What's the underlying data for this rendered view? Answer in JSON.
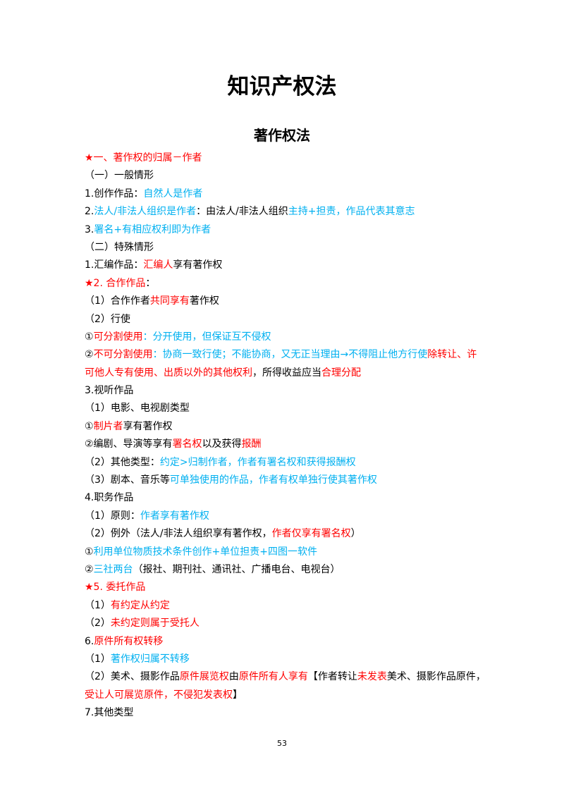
{
  "document": {
    "title": "知识产权法",
    "subtitle": "著作权法",
    "page_number": "53"
  },
  "lines": [
    [
      {
        "t": "★一、著作权的归属－作者",
        "c": "red"
      }
    ],
    [
      {
        "t": "（一）一般情形",
        "c": "black"
      }
    ],
    [
      {
        "t": "1.创作作品：",
        "c": "black"
      },
      {
        "t": "自然人是作者",
        "c": "blue"
      }
    ],
    [
      {
        "t": "2.",
        "c": "black"
      },
      {
        "t": "法人/非法人组织是作者",
        "c": "blue"
      },
      {
        "t": "：由法人/非法人组织",
        "c": "black"
      },
      {
        "t": "主持+担责，作品代表其意志",
        "c": "blue"
      }
    ],
    [
      {
        "t": "3.",
        "c": "black"
      },
      {
        "t": "署名+有相应权利即为作者",
        "c": "blue"
      }
    ],
    [
      {
        "t": "（二）特殊情形",
        "c": "black"
      }
    ],
    [
      {
        "t": "1.汇编作品：",
        "c": "black"
      },
      {
        "t": "汇编人",
        "c": "red"
      },
      {
        "t": "享有著作权",
        "c": "black"
      }
    ],
    [
      {
        "t": "★2. 合作作品",
        "c": "red"
      },
      {
        "t": "：",
        "c": "black"
      }
    ],
    [
      {
        "t": "（1）合作作者",
        "c": "black"
      },
      {
        "t": "共同享有",
        "c": "red"
      },
      {
        "t": "著作权",
        "c": "black"
      }
    ],
    [
      {
        "t": "（2）行使",
        "c": "black"
      }
    ],
    [
      {
        "t": "①",
        "c": "black"
      },
      {
        "t": "可分割使用",
        "c": "red"
      },
      {
        "t": "：分开使用，但保证互不侵权",
        "c": "blue"
      }
    ],
    [
      {
        "t": "②",
        "c": "black"
      },
      {
        "t": "不可分割使用",
        "c": "red"
      },
      {
        "t": "：协商一致行使；不能协商，又无正当理由→不得阻止他方行使",
        "c": "blue"
      },
      {
        "t": "除转让、许",
        "c": "red"
      }
    ],
    [
      {
        "t": "可他人专有使用、出质以外的其他权利",
        "c": "red"
      },
      {
        "t": "，所得收益应当",
        "c": "black"
      },
      {
        "t": "合理分配",
        "c": "red"
      }
    ],
    [
      {
        "t": "3.视听作品",
        "c": "black"
      }
    ],
    [
      {
        "t": "（1）电影、电视剧类型",
        "c": "black"
      }
    ],
    [
      {
        "t": "①",
        "c": "black"
      },
      {
        "t": "制片者",
        "c": "red"
      },
      {
        "t": "享有著作权",
        "c": "black"
      }
    ],
    [
      {
        "t": "②编剧、导演等享有",
        "c": "black"
      },
      {
        "t": "署名权",
        "c": "red"
      },
      {
        "t": "以及获得",
        "c": "black"
      },
      {
        "t": "报酬",
        "c": "red"
      }
    ],
    [
      {
        "t": "（2）其他类型：",
        "c": "black"
      },
      {
        "t": "约定>归制作者，作者有署名权和获得报酬权",
        "c": "blue"
      }
    ],
    [
      {
        "t": "（3）剧本、音乐等",
        "c": "black"
      },
      {
        "t": "可单独使用的作品，作者有权单独行使其著作权",
        "c": "blue"
      }
    ],
    [
      {
        "t": "4.职务作品",
        "c": "black"
      }
    ],
    [
      {
        "t": "（1）原则：",
        "c": "black"
      },
      {
        "t": "作者享有著作权",
        "c": "blue"
      }
    ],
    [
      {
        "t": "（2）例外（法人/非法人组织享有著作权，",
        "c": "black"
      },
      {
        "t": "作者仅享有署名权",
        "c": "red"
      },
      {
        "t": "）",
        "c": "black"
      }
    ],
    [
      {
        "t": "①",
        "c": "black"
      },
      {
        "t": "利用单位物质技术条件创作+单位担责+四图一软件",
        "c": "blue"
      }
    ],
    [
      {
        "t": "②",
        "c": "black"
      },
      {
        "t": "三社两台",
        "c": "blue"
      },
      {
        "t": "（报社、期刊社、通讯社、广播电台、电视台）",
        "c": "black"
      }
    ],
    [
      {
        "t": "★5. 委托作品",
        "c": "red"
      }
    ],
    [
      {
        "t": "（1）",
        "c": "black"
      },
      {
        "t": "有约定从约定",
        "c": "red"
      }
    ],
    [
      {
        "t": "（2）",
        "c": "black"
      },
      {
        "t": "未约定则属于受托人",
        "c": "red"
      }
    ],
    [
      {
        "t": "6.",
        "c": "black"
      },
      {
        "t": "原件所有权转移",
        "c": "red"
      }
    ],
    [
      {
        "t": "（1）",
        "c": "black"
      },
      {
        "t": "著作权归属不转移",
        "c": "blue"
      }
    ],
    [
      {
        "t": "（2）美术、摄影作品",
        "c": "black"
      },
      {
        "t": "原件展览权",
        "c": "red"
      },
      {
        "t": "由",
        "c": "black"
      },
      {
        "t": "原件所有人享有",
        "c": "red"
      },
      {
        "t": "【作者转让",
        "c": "black"
      },
      {
        "t": "未发表",
        "c": "red"
      },
      {
        "t": "美术、摄影作品原件，",
        "c": "black"
      }
    ],
    [
      {
        "t": "受让人可展览原件，不侵犯发表权",
        "c": "red"
      },
      {
        "t": "】",
        "c": "black"
      }
    ],
    [
      {
        "t": "7.其他类型",
        "c": "black"
      }
    ]
  ],
  "colors": {
    "red": "#ff0000",
    "blue": "#00b0f0",
    "black": "#000000"
  }
}
